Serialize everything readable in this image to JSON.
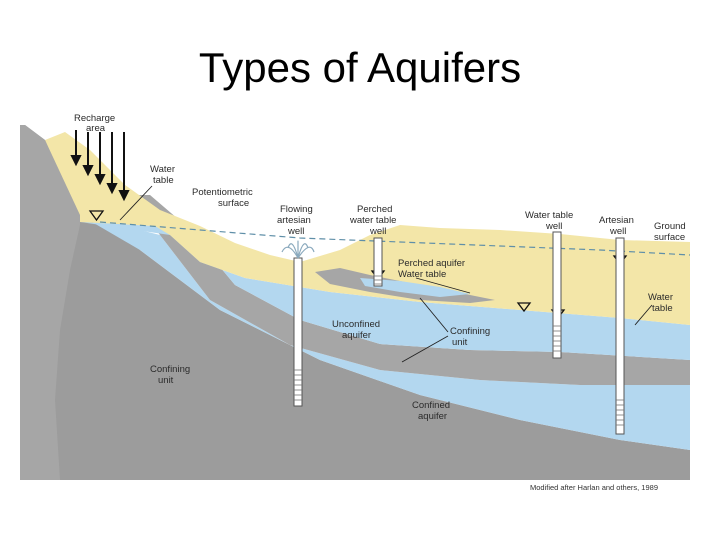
{
  "title": "Types of Aquifers",
  "labels": {
    "recharge_area": [
      "Recharge",
      "area"
    ],
    "water_table_left": [
      "Water",
      "table"
    ],
    "potentiometric_surface": [
      "Potentiometric",
      "surface"
    ],
    "flowing_artesian_well": [
      "Flowing",
      "artesian",
      "well"
    ],
    "perched_water_table_well": [
      "Perched",
      "water table",
      "well"
    ],
    "water_table_well": [
      "Water table",
      "well"
    ],
    "artesian_well": [
      "Artesian",
      "well"
    ],
    "ground_surface": [
      "Ground",
      "surface"
    ],
    "perched_aquifer": "Perched aquifer",
    "perched_water_table": "Water table",
    "water_table_right": [
      "Water",
      "table"
    ],
    "unconfined_aquifer": [
      "Unconfined",
      "aquifer"
    ],
    "confining_unit_middle": [
      "Confining",
      "unit"
    ],
    "confining_unit_left": [
      "Confining",
      "unit"
    ],
    "confined_aquifer": [
      "Confined",
      "aquifer"
    ]
  },
  "caption": "Modified after Harlan and others, 1989",
  "colors": {
    "sand": "#f3e6a8",
    "water": "#b3d7ef",
    "clay": "#a6a6a6",
    "rock": "#9c9c9c",
    "potentiometric_line": "#5f8fa8"
  }
}
